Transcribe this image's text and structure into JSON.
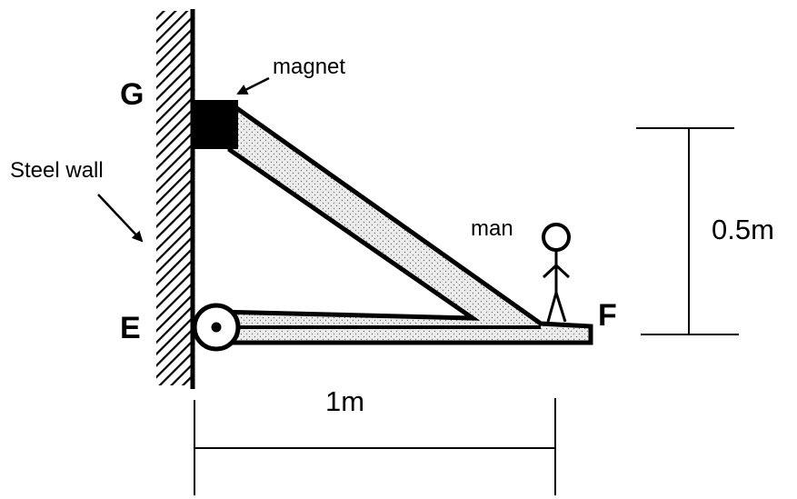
{
  "labels": {
    "point_g": "G",
    "point_e": "E",
    "point_f": "F",
    "magnet": "magnet",
    "steel_wall": "Steel wall",
    "man": "man",
    "height_dim": "0.5m",
    "length_dim": "1m"
  },
  "colors": {
    "ink": "#000000",
    "frame_fill": "#ececec",
    "dots": "#777777",
    "background": "#ffffff"
  },
  "icons": {
    "man": "stick-figure-icon",
    "pivot": "pin-joint-icon",
    "magnet": "magnet-block-icon"
  }
}
